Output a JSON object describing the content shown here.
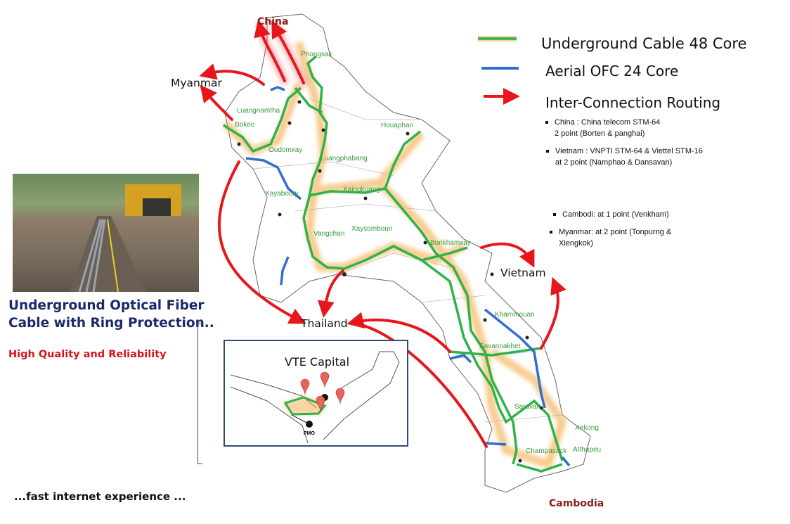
{
  "left_panel": {
    "headline_line1": "Underground Optical  Fiber",
    "headline_line2": "Cable with Ring Protection..",
    "subtitle": "High Quality and Reliability",
    "footer": "...fast internet experience ..."
  },
  "legend": {
    "underground": "Underground  Cable  48 Core",
    "aerial": "Aerial OFC 24 Core",
    "interconnect": "Inter-Connection Routing",
    "colors": {
      "underground": "#2db34a",
      "aerial": "#2f6fd0",
      "interconnect": "#e8161b"
    }
  },
  "notes": [
    {
      "line1": "China  : China telecom STM-64",
      "line2": "2 point (Borten & panghai)"
    },
    {
      "line1": "Vietnam  : VNPTI STM-64 & Viettel STM-16",
      "line2": "at  2 point (Namphao & Dansavan)"
    },
    {
      "line1": "Cambodi: at  1 point (Venkham)",
      "line2": ""
    },
    {
      "line1": "Myanmar: at  2 point (Tonpurng &",
      "line2": "Xiengkok)"
    }
  ],
  "countries": {
    "china": "China",
    "myanmar": "Myanmar",
    "vietnam": "Vietnam",
    "thailand": "Thailand",
    "cambodia": "Cambodia"
  },
  "provinces": [
    "Phongsali",
    "Luangnamtha",
    "Bokeo",
    "Oudomxay",
    "Luangphabang",
    "Houaphan",
    "Xayaboury",
    "Xaingkuang",
    "Xaysomboun",
    "Vangchan",
    "Borikhamxay",
    "Khammouan",
    "Savannakhet",
    "Saravan",
    "Xekong",
    "Champasack",
    "Atthapeu"
  ],
  "inset": {
    "title": "VTE Capital",
    "pmo": "PMO"
  }
}
